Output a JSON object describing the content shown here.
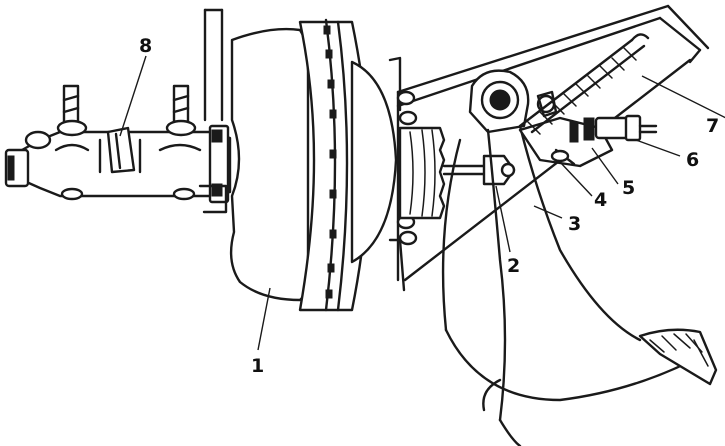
{
  "callouts": {
    "c1": "1",
    "c2": "2",
    "c3": "3",
    "c4": "4",
    "c5": "5",
    "c6": "6",
    "c7": "7",
    "c8": "8"
  },
  "colors": {
    "ink": "#1a1a1a",
    "paper": "#ffffff"
  }
}
